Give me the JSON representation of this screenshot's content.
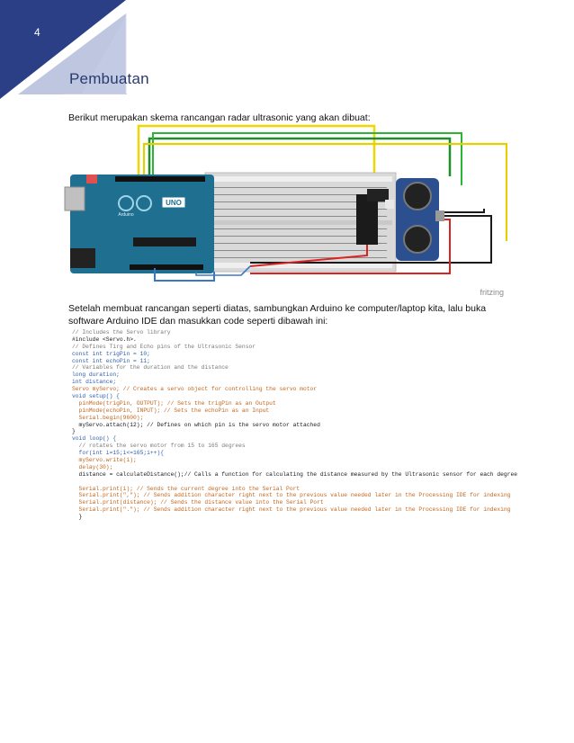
{
  "page": {
    "number": "4",
    "title": "Pembuatan"
  },
  "text": {
    "intro": "Berikut merupakan skema rancangan radar ultrasonic yang akan dibuat:",
    "after_circuit": "Setelah membuat rancangan seperti diatas, sambungkan Arduino ke computer/laptop kita, lalu buka software Arduino IDE dan masukkan code seperti dibawah ini:"
  },
  "circuit": {
    "board_label": "UNO",
    "brand": "Arduino",
    "watermark": "fritzing"
  },
  "code_lines": [
    {
      "t": "cm",
      "s": "// Includes the Servo library"
    },
    {
      "t": "tx",
      "s": "#include <Servo.h>."
    },
    {
      "t": "cm",
      "s": "// Defines Tirg and Echo pins of the Ultrasonic Sensor"
    },
    {
      "t": "kw",
      "s": "const int trigPin = 10;"
    },
    {
      "t": "kw",
      "s": "const int echoPin = 11;"
    },
    {
      "t": "cm",
      "s": "// Variables for the duration and the distance"
    },
    {
      "t": "kw",
      "s": "long duration;"
    },
    {
      "t": "kw",
      "s": "int distance;"
    },
    {
      "t": "fn",
      "s": "Servo myServo; // Creates a servo object for controlling the servo motor"
    },
    {
      "t": "kw",
      "s": "void setup() {"
    },
    {
      "t": "fn",
      "s": "  pinMode(trigPin, OUTPUT); // Sets the trigPin as an Output"
    },
    {
      "t": "fn",
      "s": "  pinMode(echoPin, INPUT); // Sets the echoPin as an Input"
    },
    {
      "t": "fn",
      "s": "  Serial.begin(9600);"
    },
    {
      "t": "tx",
      "s": "  myServo.attach(12); // Defines on which pin is the servo motor attached"
    },
    {
      "t": "tx",
      "s": "}"
    },
    {
      "t": "kw",
      "s": "void loop() {"
    },
    {
      "t": "cm",
      "s": "  // rotates the servo motor from 15 to 165 degrees"
    },
    {
      "t": "kw",
      "s": "  for(int i=15;i<=165;i++){"
    },
    {
      "t": "fn",
      "s": "  myServo.write(i);"
    },
    {
      "t": "fn",
      "s": "  delay(30);"
    },
    {
      "t": "tx",
      "s": "  distance = calculateDistance();// Calls a function for calculating the distance measured by the Ultrasonic sensor for each degree"
    },
    {
      "t": "tx",
      "s": " "
    },
    {
      "t": "fn",
      "s": "  Serial.print(i); // Sends the current degree into the Serial Port"
    },
    {
      "t": "fn",
      "s": "  Serial.print(\",\"); // Sends addition character right next to the previous value needed later in the Processing IDE for indexing"
    },
    {
      "t": "fn",
      "s": "  Serial.print(distance); // Sends the distance value into the Serial Port"
    },
    {
      "t": "fn",
      "s": "  Serial.print(\".\"); // Sends addition character right next to the previous value needed later in the Processing IDE for indexing"
    },
    {
      "t": "tx",
      "s": "  }"
    }
  ]
}
